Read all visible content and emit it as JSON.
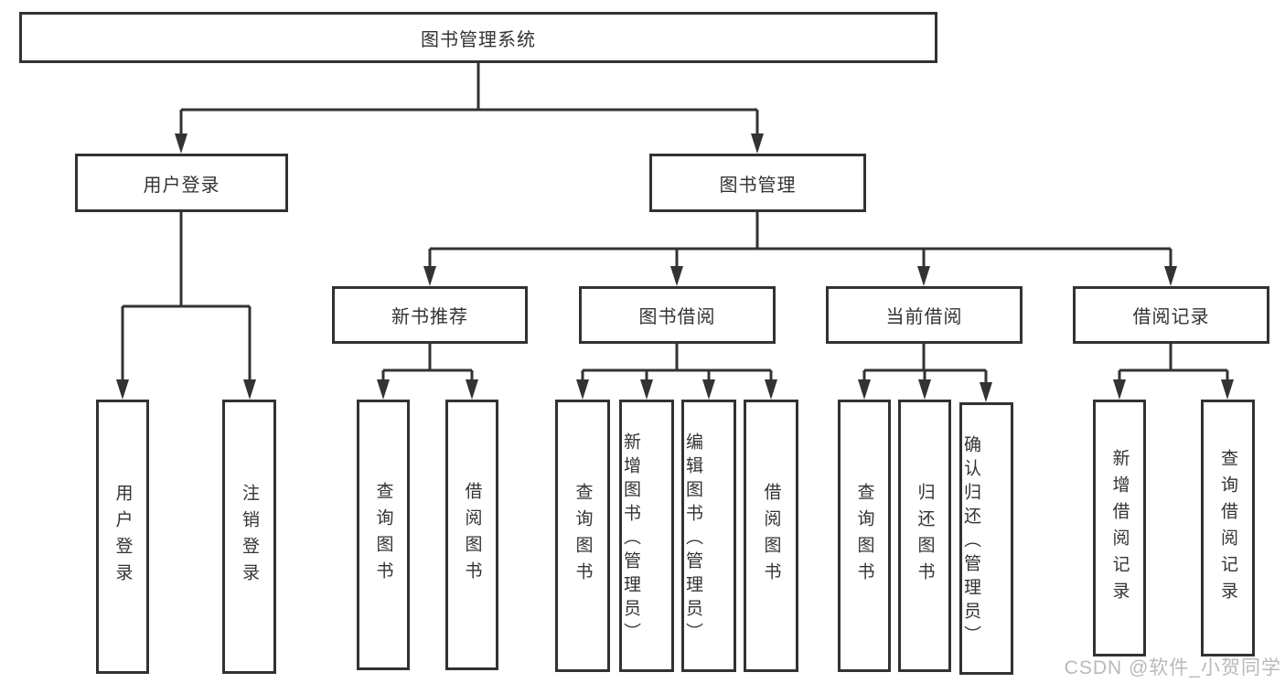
{
  "colors": {
    "line": "#333333",
    "border": "#323232",
    "text": "#333333",
    "background": "#ffffff",
    "watermark": "#b9b9b9"
  },
  "watermark": {
    "text": "CSDN @软件_小贺同学"
  },
  "tree": {
    "label": "图书管理系统",
    "children": [
      {
        "label": "用户登录",
        "children": [
          {
            "label": "用户登录"
          },
          {
            "label": "注销登录"
          }
        ]
      },
      {
        "label": "图书管理",
        "children": [
          {
            "label": "新书推荐",
            "children": [
              {
                "label": "查询图书"
              },
              {
                "label": "借阅图书"
              }
            ]
          },
          {
            "label": "图书借阅",
            "children": [
              {
                "label": "查询图书"
              },
              {
                "label": "新增图书（管理员）"
              },
              {
                "label": "编辑图书（管理员）"
              },
              {
                "label": "借阅图书"
              }
            ]
          },
          {
            "label": "当前借阅",
            "children": [
              {
                "label": "查询图书"
              },
              {
                "label": "归还图书"
              },
              {
                "label": "确认归还（管理员）"
              }
            ]
          },
          {
            "label": "借阅记录",
            "children": [
              {
                "label": "新增借阅记录"
              },
              {
                "label": "查询借阅记录"
              }
            ]
          }
        ]
      }
    ]
  }
}
